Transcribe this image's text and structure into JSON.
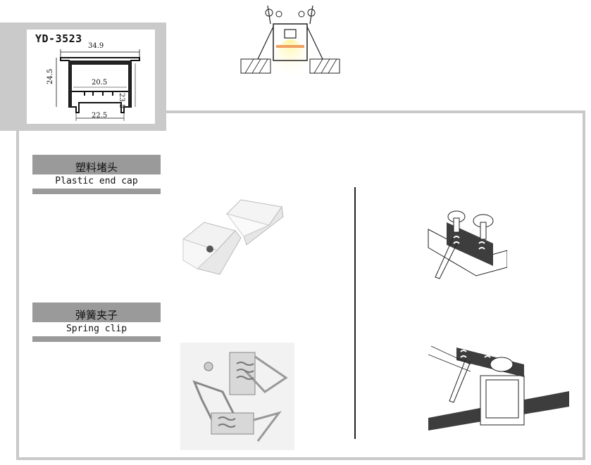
{
  "spec": {
    "model": "YD-3523",
    "dims": {
      "top_width": "34.9",
      "inner_width": "20.5",
      "bottom_width": "22.5",
      "total_height": "24.5",
      "inner_height": "23.5"
    }
  },
  "accessories": [
    {
      "name_cn": "塑料堵头",
      "name_en": "Plastic end cap"
    },
    {
      "name_cn": "弹簧夹子",
      "name_en": "Spring clip"
    }
  ],
  "colors": {
    "frame": "#c9c9c9",
    "label_bg": "#9a9a9a",
    "led_glow": "#fff3a0",
    "led_strip": "#f0a060",
    "clip_dark": "#3d3d3d"
  }
}
